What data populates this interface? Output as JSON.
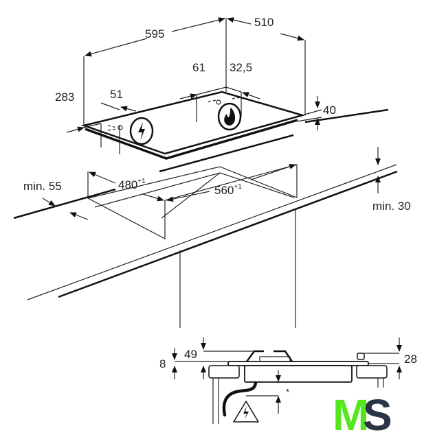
{
  "dimensions": {
    "width": "595",
    "depth": "510",
    "burner_offset_back": "61",
    "burner_offset_side": "32,5",
    "left_offset": "283",
    "left_burner_offset": "51",
    "height": "40",
    "cutout_depth": "480",
    "cutout_depth_tol": "+1",
    "cutout_width": "560",
    "cutout_width_tol": "+1",
    "min_front": "min. 55",
    "min_worktop": "min. 30",
    "section_left": "8",
    "section_total": "49",
    "section_right": "28",
    "clearance_note": "*"
  },
  "logo": {
    "text_m": "M",
    "text_s": "S",
    "color_m": "#55e61f",
    "color_s": "#2b3445"
  },
  "icons": [
    "electric-symbol-icon",
    "gas-flame-icon",
    "electric-hazard-warning-icon"
  ]
}
